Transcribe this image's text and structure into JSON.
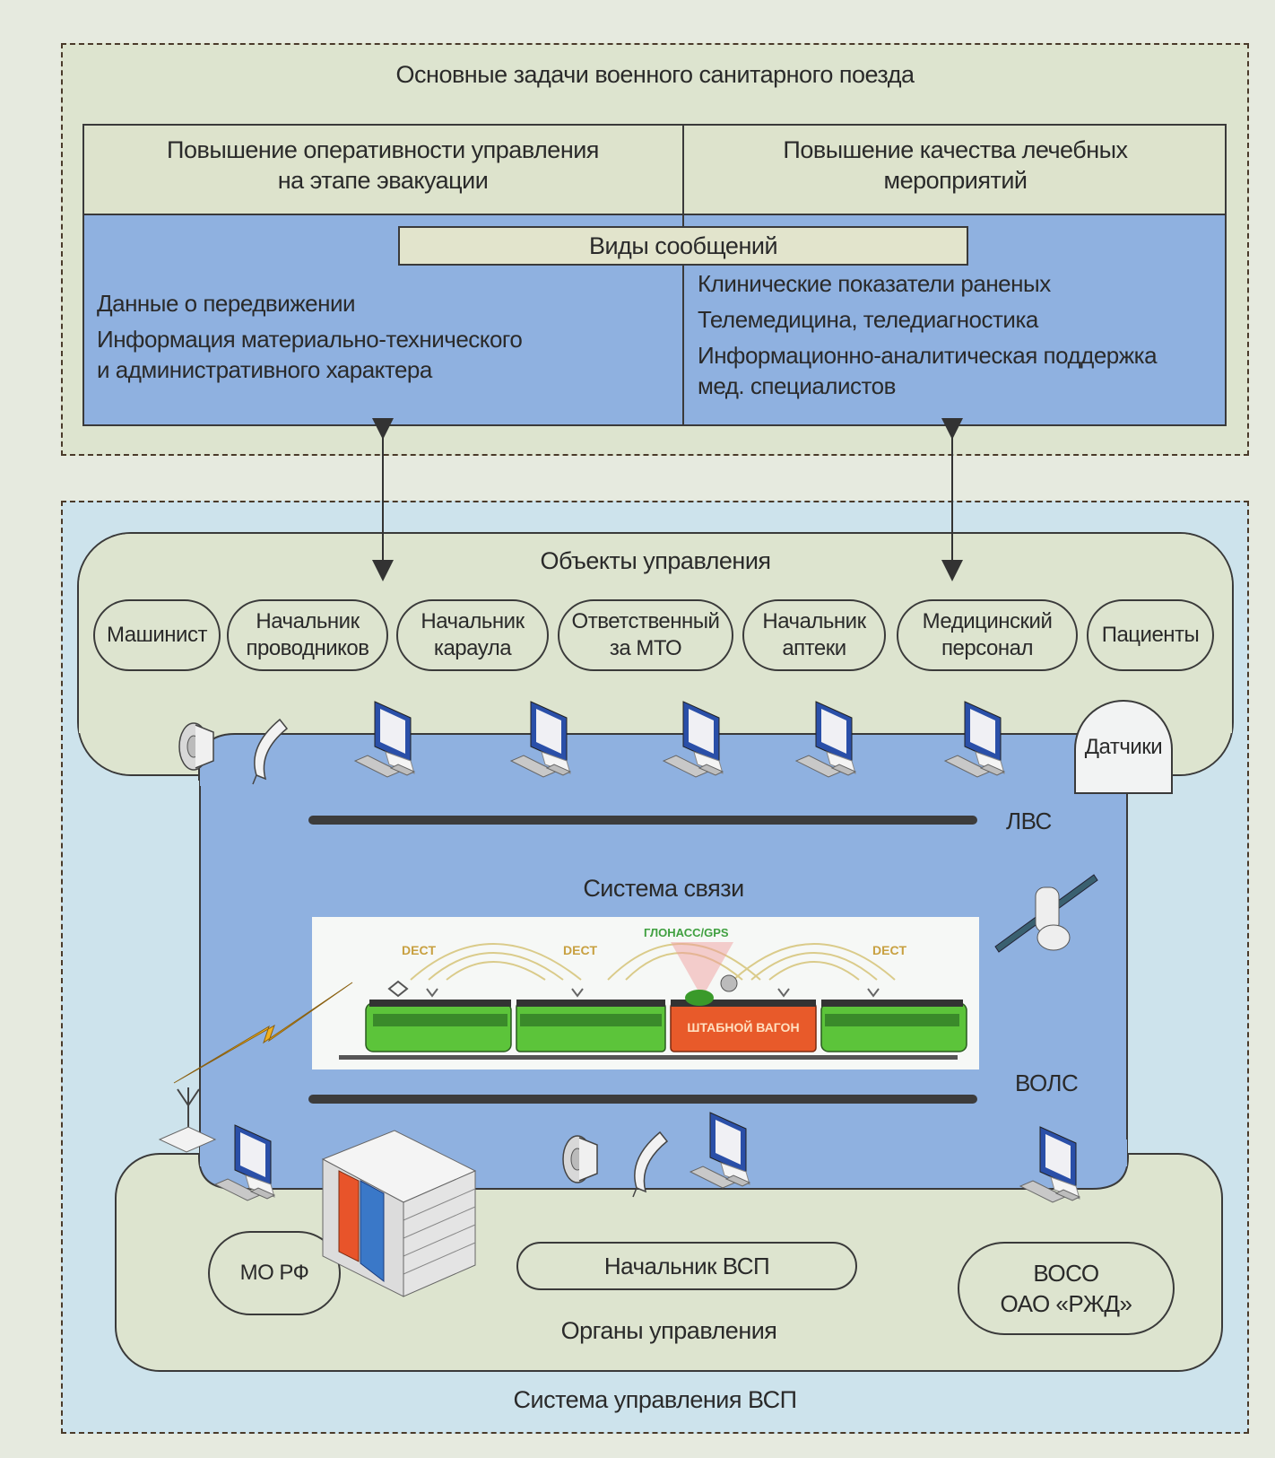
{
  "top_section": {
    "title": "Основные задачи военного санитарного поезда",
    "tasks": [
      {
        "line1": "Повышение оперативности управления",
        "line2": "на этапе эвакуации"
      },
      {
        "line1": "Повышение качества лечебных",
        "line2": "мероприятий"
      }
    ],
    "message_types": {
      "header": "Виды сообщений",
      "left": [
        "Данные о передвижении",
        "Информация материально-технического",
        "и административного характера"
      ],
      "right": [
        "Клинические показатели раненых",
        "Телемедицина, теледиагностика",
        "Информационно-аналитическая поддержка",
        "мед. специалистов"
      ]
    }
  },
  "objects": {
    "title": "Объекты управления",
    "items": [
      {
        "line1": "Машинист",
        "line2": ""
      },
      {
        "line1": "Начальник",
        "line2": "проводников"
      },
      {
        "line1": "Начальник",
        "line2": "караула"
      },
      {
        "line1": "Ответственный",
        "line2": "за МТО"
      },
      {
        "line1": "Начальник",
        "line2": "аптеки"
      },
      {
        "line1": "Медицинский",
        "line2": "персонал"
      },
      {
        "line1": "Пациенты",
        "line2": ""
      }
    ],
    "sensors": "Датчики"
  },
  "communication": {
    "title": "Система связи",
    "lan_label": "ЛВС",
    "fiber_label": "ВОЛС",
    "train": {
      "dect_labels": [
        "DECT",
        "DECT",
        "DECT"
      ],
      "gnss_label": "ГЛОНАСС/GPS",
      "hq_car_label": "ШТАБНОЙ ВАГОН"
    }
  },
  "control_bodies": {
    "title": "Органы управления",
    "items": [
      {
        "line1": "МО РФ",
        "line2": ""
      },
      {
        "line1": "Начальник ВСП",
        "line2": ""
      },
      {
        "line1": "ВОСО",
        "line2": "ОАО «РЖД»"
      }
    ]
  },
  "system_title": "Система управления ВСП",
  "colors": {
    "panel_beige": "#dde4cf",
    "panel_blue": "#8fb1e0",
    "region_light_blue": "#cde3ec",
    "train_green": "#5cc43a",
    "hq_car_orange": "#e85a2a",
    "lightning_yellow": "#f0b020",
    "monitor_blue": "#2a4fa8"
  }
}
